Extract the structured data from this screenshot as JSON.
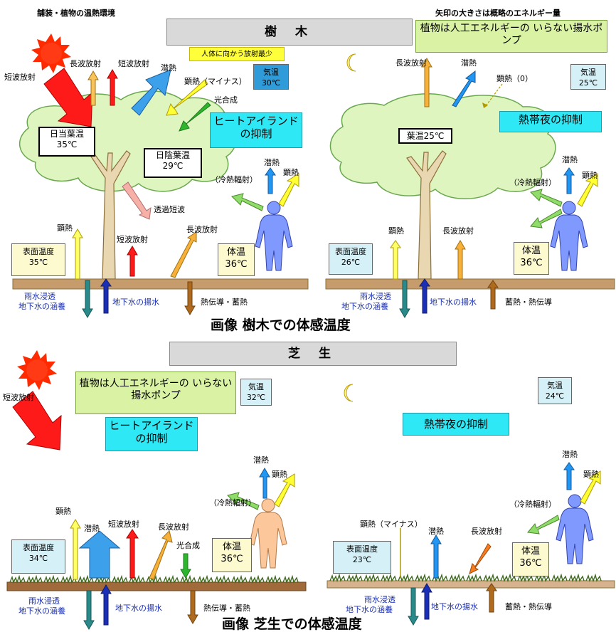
{
  "header": {
    "left": "舗装・植物の温熱環境",
    "right": "矢印の大きさは概略のエネルギー量"
  },
  "tree": {
    "banner": "樹 木",
    "pump_note": "植物は人工エネルギーの いらない揚水ポンプ",
    "yellow_note": "人体に向かう放射最少",
    "heat_island": "ヒートアイランドの抑制",
    "tropical_night": "熱帯夜の抑制",
    "day": {
      "shortwave_left": "短波放射",
      "longwave": "長波放射",
      "shortwave": "短波放射",
      "latent": "潜熱",
      "sensible_minus": "顕熱（マイナス）",
      "photosynthesis": "光合成",
      "air_temp_label": "気温",
      "air_temp_value": "30℃",
      "sunlit_leaf_label": "日当葉温",
      "sunlit_leaf_value": "35℃",
      "shade_leaf_label": "日陰葉温",
      "shade_leaf_value": "29℃",
      "transmitted": "透過短波",
      "ground_sensible": "顕熱",
      "ground_shortwave": "短波放射",
      "ground_longwave": "長波放射",
      "surface_label": "表面温度",
      "surface_value": "35℃",
      "person_latent": "潜熱",
      "person_sensible": "顕熱",
      "cool_radiation": "（冷熱輻射）",
      "body_label": "体温",
      "body_value": "36℃",
      "rain": "雨水浸透",
      "recharge": "地下水の涵養",
      "pumping": "地下水の揚水",
      "conduction": "熱伝導・蓄熱"
    },
    "night": {
      "longwave": "長波放射",
      "latent": "潜熱",
      "sensible_zero": "顕熱（0）",
      "air_temp_label": "気温",
      "air_temp_value": "25℃",
      "leaf": "葉温25℃",
      "person_latent": "潜熱",
      "person_sensible": "顕熱",
      "cool_radiation": "（冷熱輻射）",
      "ground_sensible": "顕熱",
      "ground_longwave": "長波放射",
      "surface_label": "表面温度",
      "surface_value": "26℃",
      "body_label": "体温",
      "body_value": "36℃",
      "rain": "雨水浸透",
      "recharge": "地下水の涵養",
      "pumping": "地下水の揚水",
      "storage": "蓄熱・熱伝導"
    },
    "caption": "画像 樹木での体感温度"
  },
  "grass": {
    "banner": "芝 生",
    "pump_note": "植物は人工エネルギーの いらない揚水ポンプ",
    "heat_island": "ヒートアイランドの抑制",
    "tropical_night": "熱帯夜の抑制",
    "day": {
      "shortwave_left": "短波放射",
      "air_temp_label": "気温",
      "air_temp_value": "32℃",
      "sensible": "顕熱",
      "latent": "潜熱",
      "shortwave": "短波放射",
      "longwave": "長波放射",
      "photosynthesis": "光合成",
      "surface_label": "表面温度",
      "surface_value": "34℃",
      "person_latent": "潜熱",
      "person_sensible": "顕熱",
      "cool_radiation": "（冷熱輻射）",
      "body_label": "体温",
      "body_value": "36℃",
      "rain": "雨水浸透",
      "recharge": "地下水の涵養",
      "pumping": "地下水の揚水",
      "conduction": "熱伝導・蓄熱"
    },
    "night": {
      "air_temp_label": "気温",
      "air_temp_value": "24℃",
      "sensible_minus": "顕熱（マイナス）",
      "latent": "潜熱",
      "longwave": "長波放射",
      "surface_label": "表面温度",
      "surface_value": "23℃",
      "person_latent": "潜熱",
      "person_sensible": "顕熱",
      "cool_radiation": "（冷熱輻射）",
      "body_label": "体温",
      "body_value": "36℃",
      "rain": "雨水浸透",
      "recharge": "地下水の涵養",
      "pumping": "地下水の揚水",
      "storage": "蓄熱・熱伝導"
    },
    "caption": "画像 芝生での体感温度"
  },
  "colors": {
    "canopy_fill": "#dff5c0",
    "canopy_stroke": "#6aa84f",
    "ground": "#c69c6d",
    "red_arrow": "#ff1a1a",
    "blue_arrow": "#2196f3",
    "yellow_arrow": "#ffff33",
    "orange_arrow": "#f7a13a",
    "green_arrow": "#8fdc6a",
    "person_blue": "#7f99ff",
    "person_skin": "#fcc89b",
    "sun": "#ff2a00"
  }
}
